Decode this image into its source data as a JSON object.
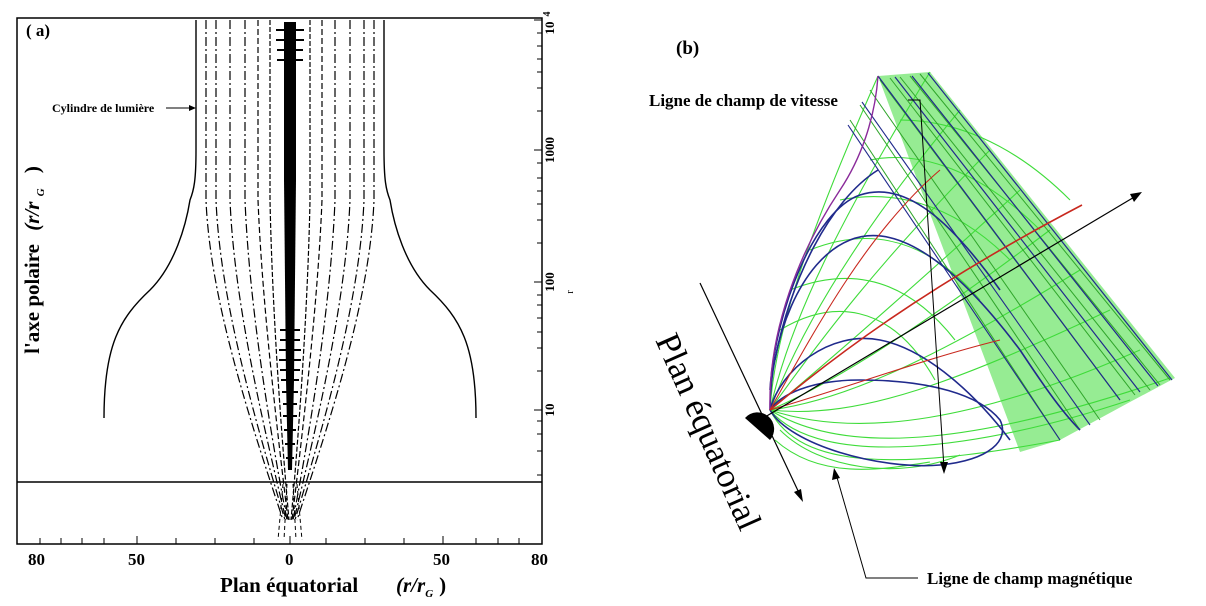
{
  "panel_a": {
    "label": "( a)",
    "y_axis_label_main": "l'axe polaire",
    "y_axis_label_unit": "(r/r",
    "y_axis_label_sub": "G",
    "y_axis_label_close": ")",
    "x_axis_label_main": "Plan équatorial",
    "x_axis_label_unit": "(r/r",
    "x_axis_label_sub": "G",
    "x_axis_label_close": ")",
    "x_tick_labels": [
      "80",
      "50",
      "0",
      "50",
      "80"
    ],
    "y_tick_labels": [
      "10",
      "100",
      "1000",
      "10"
    ],
    "y_tick_exponent": "4",
    "annotation": "Cylindre de lumière",
    "stray_mark": "r"
  },
  "panel_b": {
    "label": "(b)",
    "velocity_label": "Ligne de champ de vitesse",
    "magnetic_label": "Ligne de champ magnétique",
    "plane_label": "Plan équatorial"
  },
  "colors": {
    "ink": "#000000",
    "green": "#3fdc3a",
    "blue": "#202a8c",
    "red": "#c8281e",
    "purple": "#8a2a9a"
  }
}
